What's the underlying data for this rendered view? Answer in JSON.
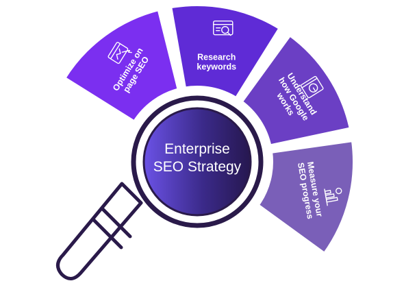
{
  "center": {
    "line1": "Enterprise",
    "line2": "SEO Strategy"
  },
  "segments": [
    {
      "id": "optimize",
      "line1": "Optimize on",
      "line2": "page SEO",
      "line3": "",
      "color": "#7b2ff0",
      "icon": "browser-cursor-icon"
    },
    {
      "id": "research",
      "line1": "Research",
      "line2": "keywords",
      "line3": "",
      "color": "#5f2bd6",
      "icon": "search-screen-icon"
    },
    {
      "id": "understand",
      "line1": "Understand",
      "line2": "how Google",
      "line3": "works",
      "color": "#6b3fc4",
      "icon": "google-book-icon"
    },
    {
      "id": "measure",
      "line1": "Measure your",
      "line2": "SEO progress",
      "line3": "",
      "color": "#7a5fb8",
      "icon": "bar-chart-icon"
    }
  ],
  "colors": {
    "handle": "#2a1a4a",
    "ring": "#2a1a4a",
    "lens_start": "#6a4fe0",
    "lens_end": "#2a1a6a"
  }
}
